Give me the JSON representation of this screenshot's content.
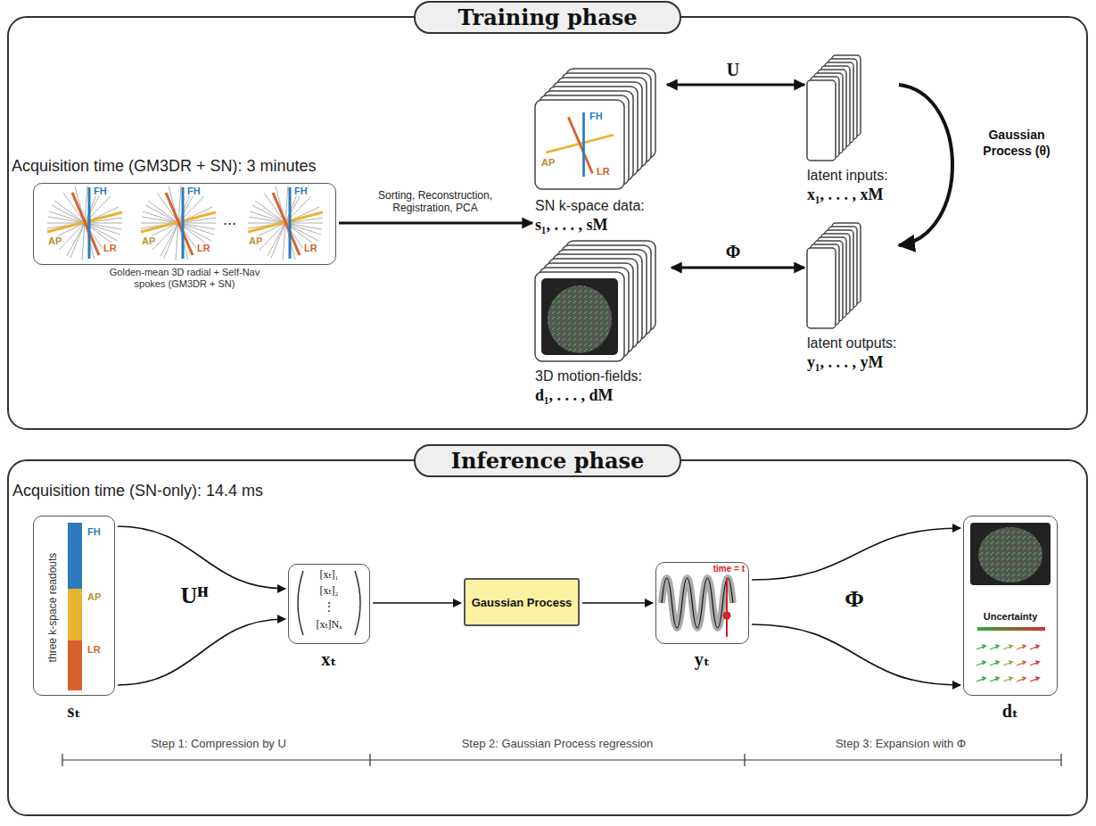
{
  "diagram": {
    "nodes": [
      {
        "text": [
          "Training phase"
        ]
      },
      {
        "text": [
          "Acquisition time (GM3DR + SN): 3 minutes",
          "Golden-mean 3D radial + Self-Nav spokes (GM3DR + SN)"
        ],
        "in": 0
      },
      {
        "text": [
          "SN k-space data:",
          "s₁, . . . , sM"
        ],
        "in": 0
      },
      {
        "text": [
          "latent inputs:",
          "x₁, . . . , xM"
        ],
        "in": 0
      },
      {
        "text": [
          "3D motion-fields:",
          "d₁, . . . , dM"
        ],
        "in": 0
      },
      {
        "text": [
          "latent outputs:",
          "y₁, . . . , yM"
        ],
        "in": 0
      },
      {
        "text": [
          "Inference phase"
        ]
      },
      {
        "text": [
          "three k-space readouts",
          "sₜ"
        ],
        "in": 6
      },
      {
        "text": [
          "[xₜ]₁",
          "[xₜ]₂",
          "⋮",
          "[xₜ]Nₓ",
          "xₜ"
        ],
        "in": 6
      },
      {
        "text": [
          "Gaussian Process"
        ],
        "in": 6
      },
      {
        "text": [
          "time = t",
          "yₜ"
        ],
        "in": 6
      },
      {
        "text": [
          "Uncertainty",
          "dₜ"
        ],
        "in": 6
      }
    ],
    "edges": [
      {
        "from": 1,
        "to": 2,
        "arrow": "to",
        "label": "Sorting, Reconstruction, Registration, PCA"
      },
      {
        "from": 2,
        "to": 3,
        "arrow": "both",
        "label": "U"
      },
      {
        "from": 3,
        "to": 5,
        "arrow": "to",
        "label": "Gaussian Process (θ)"
      },
      {
        "from": 4,
        "to": 5,
        "arrow": "both",
        "label": "Φ"
      },
      {
        "from": 7,
        "to": 8,
        "arrow": "to",
        "label": "Uᴴ"
      },
      {
        "from": 7,
        "to": 8,
        "arrow": "to"
      },
      {
        "from": 8,
        "to": 9,
        "arrow": "to"
      },
      {
        "from": 9,
        "to": 10,
        "arrow": "to"
      },
      {
        "from": 10,
        "to": 11,
        "arrow": "to",
        "label": "Φ"
      },
      {
        "from": 10,
        "to": 11,
        "arrow": "to"
      }
    ],
    "labels": [
      "FH",
      "AP",
      "LR",
      "FH",
      "AP",
      "LR",
      "...",
      "FH",
      "AP",
      "LR",
      "FH",
      "AP",
      "LR",
      "Acquisition time (SN-only): 14.4 ms",
      "FH",
      "AP",
      "LR",
      "Step 1: Compression by U",
      "Step 2: Gaussian Process regression",
      "Step 3: Expansion with Φ"
    ]
  }
}
